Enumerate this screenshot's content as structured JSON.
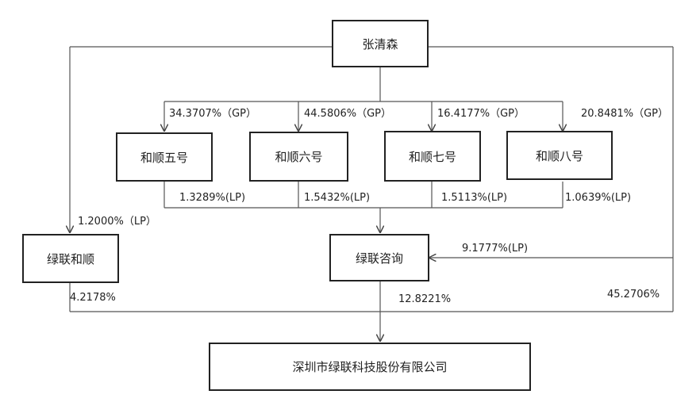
{
  "nodes": {
    "zhang": "张清森",
    "heshun5": "和顺五号",
    "heshun6": "和顺六号",
    "heshun7": "和顺七号",
    "heshun8": "和顺八号",
    "lvlian_heshun": "绿联和顺",
    "lvlian_zixun": "绿联咨询",
    "company": "深圳市绿联科技股份有限公司"
  },
  "labels": {
    "gp_heshun5": "34.3707%（GP）",
    "gp_heshun6": "44.5806%（GP）",
    "gp_heshun7": "16.4177%（GP）",
    "gp_heshun8": "20.8481%（GP）",
    "lp_heshun5": "1.3289%(LP)",
    "lp_heshun6": "1.5432%(LP)",
    "lp_heshun7": "1.5113%(LP)",
    "lp_heshun8": "1.0639%(LP)",
    "lp_lvlian_heshun": "1.2000%（LP）",
    "lp_zixun_zhang": "9.1777%(LP)",
    "pct_lvlian_heshun": "4.2178%",
    "pct_lvlian_zixun": "12.8221%",
    "pct_zhang": "45.2706%"
  }
}
